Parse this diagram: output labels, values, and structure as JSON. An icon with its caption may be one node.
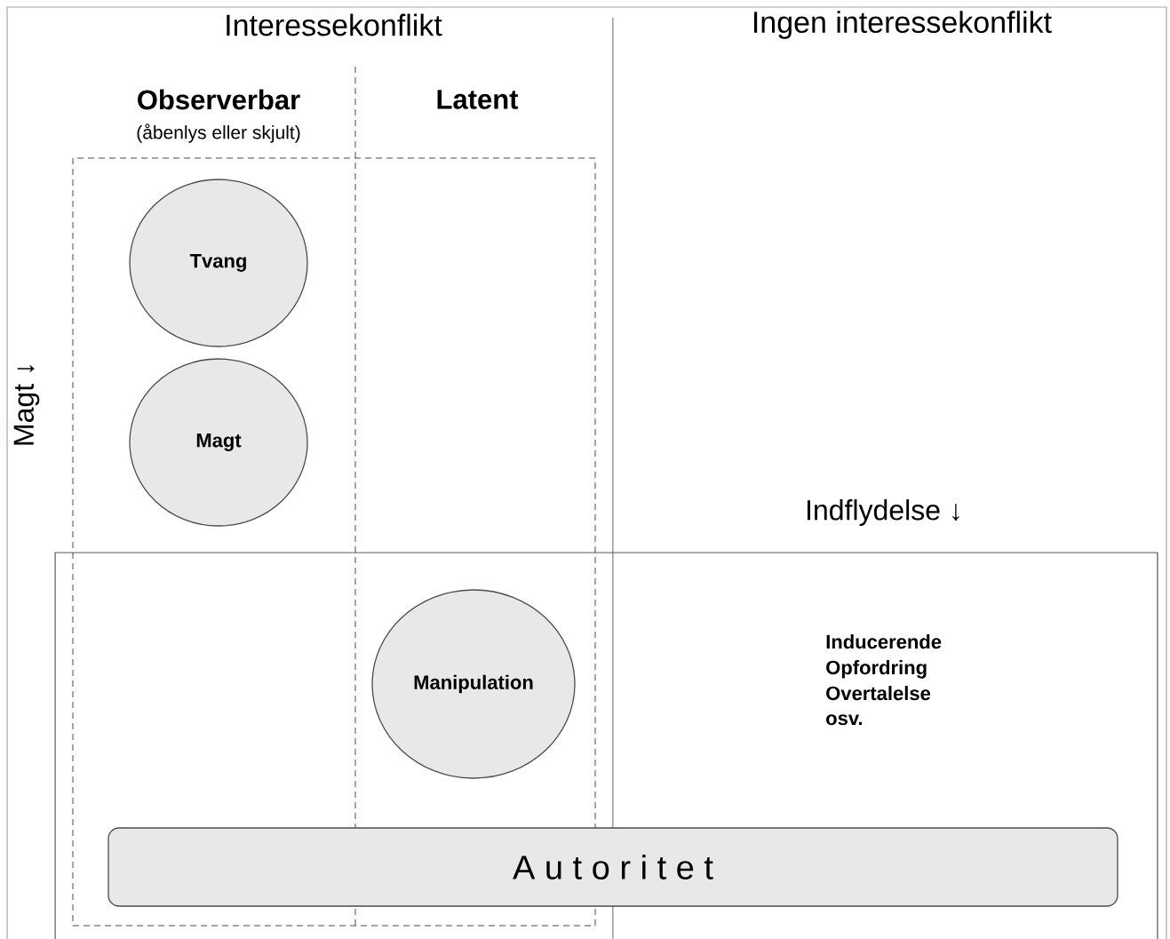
{
  "diagram": {
    "nodes": [
      {
        "text": [
          "Tvang"
        ]
      },
      {
        "text": [
          "Magt"
        ]
      },
      {
        "text": [
          "Manipulation"
        ]
      },
      {
        "text": [
          "A u t o r i t e t"
        ]
      }
    ],
    "labels": [
      "Interessekonflikt",
      "Ingen interessekonflikt",
      "Observerbar",
      "(åbenlys eller skjult)",
      "Latent",
      "Magt ↓",
      "Indflydelse ↓",
      "Inducerende",
      "Opfordring",
      "Overtalelse",
      "osv."
    ]
  }
}
